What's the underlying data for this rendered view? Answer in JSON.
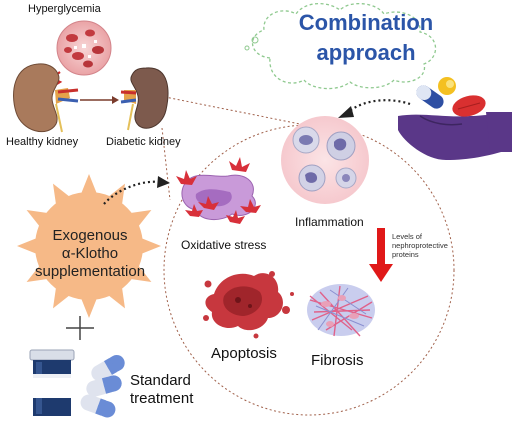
{
  "kidneys": {
    "hyperglycemia": "Hyperglycemia",
    "healthy": "Healthy kidney",
    "diabetic": "Diabetic kidney"
  },
  "combination": {
    "line1": "Combination",
    "line2": "approach"
  },
  "klotho": {
    "line1": "Exogenous",
    "line2": "α-Klotho",
    "line3": "supplementation"
  },
  "injury": {
    "oxidative": "Oxidative stress",
    "inflammation": "Inflammation",
    "levels_note": "Levels of nephroprotective proteins",
    "apoptosis": "Apoptosis",
    "fibrosis": "Fibrosis"
  },
  "treatment": {
    "line1": "Standard",
    "line2": "treatment"
  },
  "plus_sign": "+",
  "colors": {
    "combination_text": "#2b55a8",
    "sun_fill": "#f6b987",
    "cloud_stroke": "#8fc98f",
    "hand": "#5a3788",
    "down_arrow": "#e01818"
  }
}
